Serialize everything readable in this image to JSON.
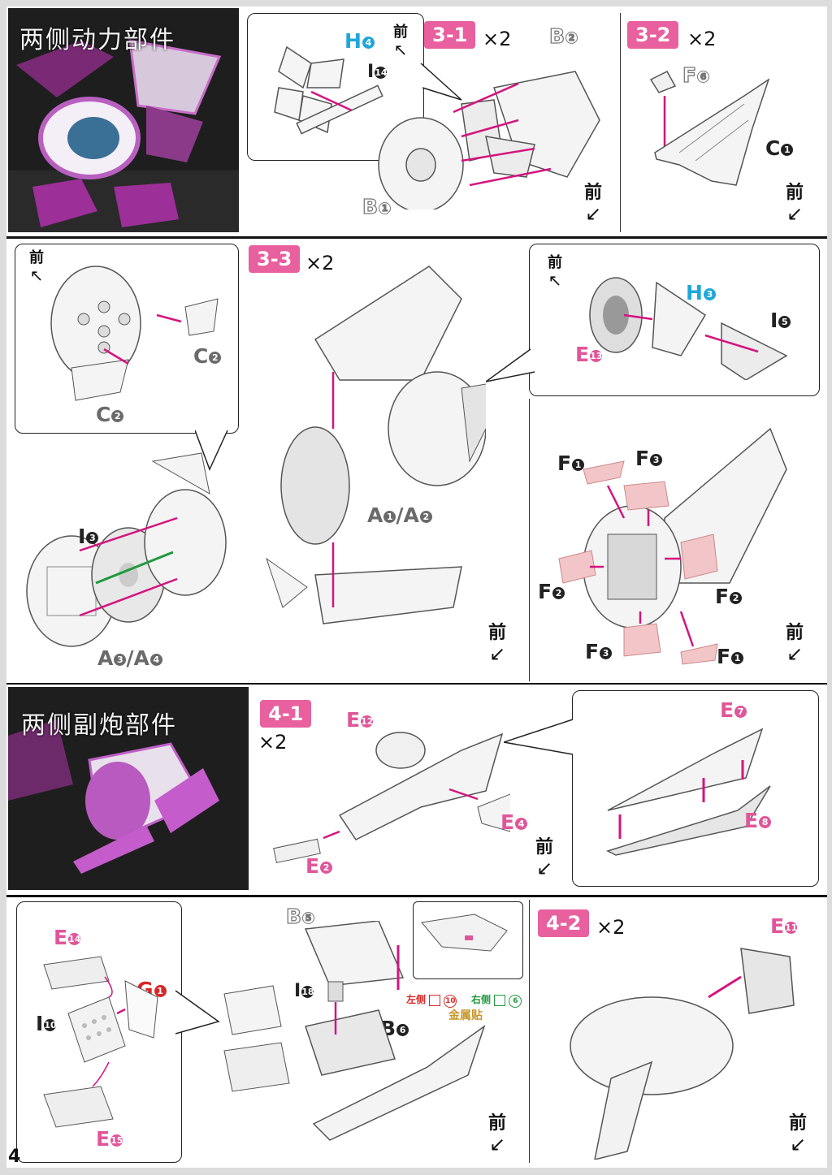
{
  "page_number": "4",
  "front_label": "前",
  "sections": {
    "side_power": {
      "title": "两侧动力部件"
    },
    "side_cannon": {
      "title": "两侧副炮部件"
    }
  },
  "steps": {
    "s3_1": {
      "badge": "3-1",
      "qty": "×2"
    },
    "s3_2": {
      "badge": "3-2",
      "qty": "×2"
    },
    "s3_3": {
      "badge": "3-3",
      "qty": "×2"
    },
    "s4_1": {
      "badge": "4-1",
      "qty": "×2"
    },
    "s4_2": {
      "badge": "4-2",
      "qty": "×2"
    }
  },
  "parts": {
    "H4": "H",
    "H4n": "4",
    "I14": "I",
    "I14n": "14",
    "B2": "B",
    "B2n": "2",
    "B1": "B",
    "B1n": "1",
    "F6": "F",
    "F6n": "6",
    "C1": "C",
    "C1n": "1",
    "C2a": "C",
    "C2an": "2",
    "C2b": "C",
    "C2bn": "2",
    "H3": "H",
    "H3n": "3",
    "I5": "I",
    "I5n": "5",
    "E13": "E",
    "E13n": "13",
    "A12": "A",
    "A12n": "1",
    "A12sep": "/A",
    "A12n2": "2",
    "I3": "I",
    "I3n": "3",
    "A34": "A",
    "A34n": "3",
    "A34sep": "/A",
    "A34n2": "4",
    "F1a": "F",
    "F1an": "1",
    "F3a": "F",
    "F3an": "3",
    "F2a": "F",
    "F2an": "2",
    "F2b": "F",
    "F2bn": "2",
    "F3b": "F",
    "F3bn": "3",
    "F1b": "F",
    "F1bn": "1",
    "E12": "E",
    "E12n": "12",
    "E4": "E",
    "E4n": "4",
    "E2": "E",
    "E2n": "2",
    "E7": "E",
    "E7n": "7",
    "E8": "E",
    "E8n": "8",
    "E14": "E",
    "E14n": "14",
    "G1": "G",
    "G1n": "1",
    "I10": "I",
    "I10n": "10",
    "E15": "E",
    "E15n": "15",
    "B5": "B",
    "B5n": "5",
    "I18": "I",
    "I18n": "18",
    "B6": "B",
    "B6n": "6",
    "E11": "E",
    "E11n": "11"
  },
  "sticker": {
    "left_label": "左侧",
    "left_num": "10",
    "right_label": "右侧",
    "right_num": "6",
    "metal_label": "金属贴"
  },
  "colors": {
    "badge": "#e8609e",
    "pink_part": "#e0569a",
    "blue_part": "#1ea7d8",
    "green_arrow": "#1f9a3c",
    "magenta_arrow": "#d4147e"
  }
}
